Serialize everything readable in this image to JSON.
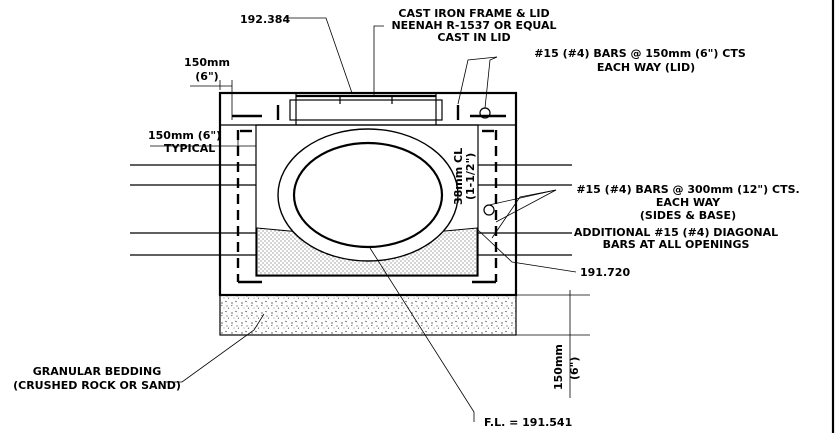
{
  "labels": {
    "elev_top": "192.384",
    "frame_line1": "CAST IRON FRAME & LID",
    "frame_line2": "NEENAH R-1537 OR EQUAL",
    "frame_line3": "CAST IN LID",
    "wall_dim_line1": "150mm",
    "wall_dim_line2": "(6\")",
    "lid_bars_line1": "#15 (#4) BARS @ 150mm (6\") CTS",
    "lid_bars_line2": "EACH WAY (LID)",
    "typical_line1": "150mm (6\")",
    "typical_line2": "TYPICAL",
    "clearance_line1": "38mm CL",
    "clearance_line2": "(1-1/2\")",
    "side_bars_line1": "#15 (#4) BARS @ 300mm (12\") CTS.",
    "side_bars_line2": "EACH WAY",
    "side_bars_line3": "(SIDES & BASE)",
    "diag_line1": "ADDITIONAL #15 (#4) DIAGONAL",
    "diag_line2": "BARS AT ALL OPENINGS",
    "elev_mid": "191.720",
    "bedding_line1": "GRANULAR BEDDING",
    "bedding_line2": "(CRUSHED ROCK OR SAND)",
    "bedding_dim_line1": "150mm",
    "bedding_dim_line2": "(6\")",
    "flow_line": "F.L. = 191.541"
  }
}
